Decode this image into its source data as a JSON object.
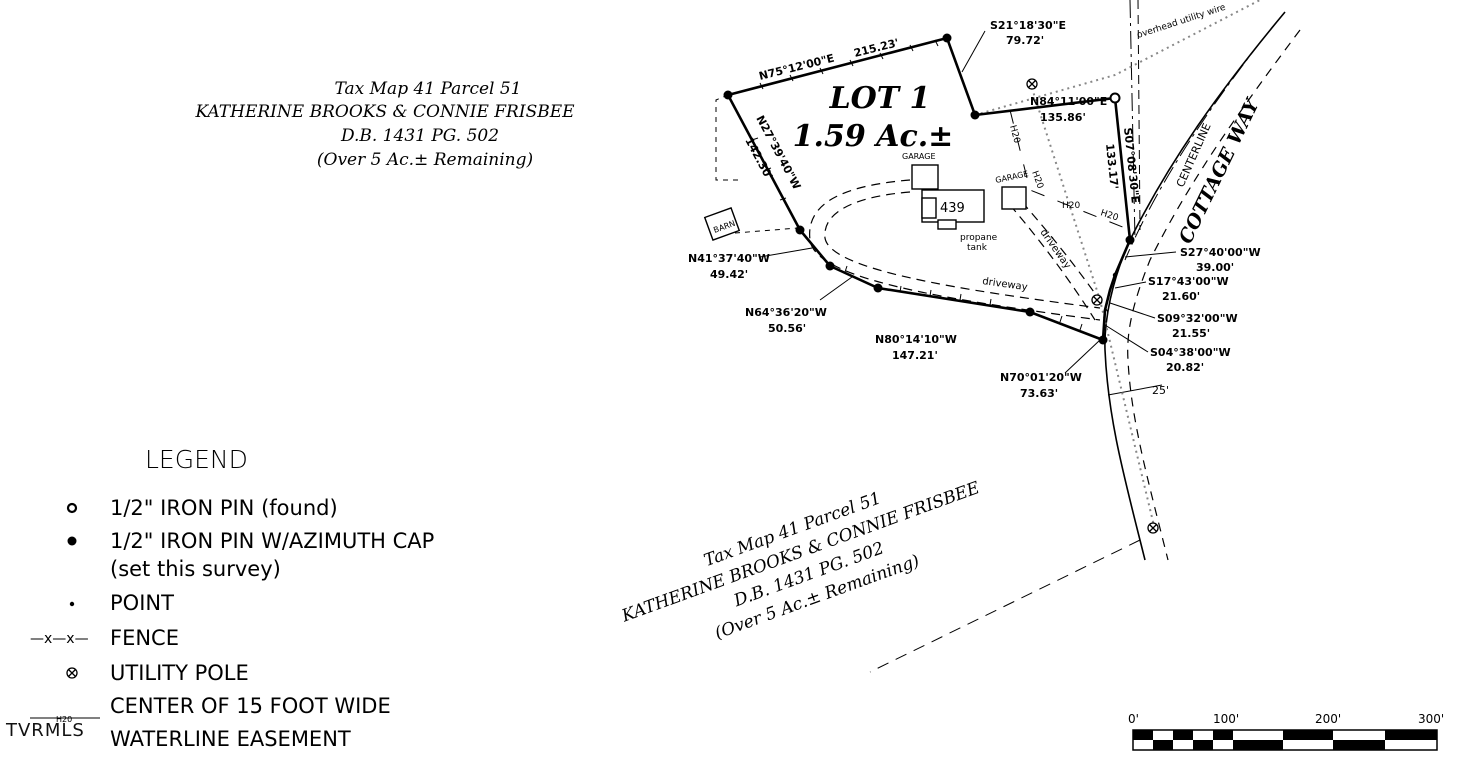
{
  "owner_north": {
    "line1": "Tax Map 41 Parcel 51",
    "line2": "KATHERINE BROOKS & CONNIE FRISBEE",
    "line3": "D.B. 1431 PG. 502",
    "line4": "(Over 5 Ac.± Remaining)"
  },
  "owner_south": {
    "line1": "Tax Map 41 Parcel 51",
    "line2": "KATHERINE BROOKS & CONNIE FRISBEE",
    "line3": "D.B. 1431 PG. 502",
    "line4": "(Over 5 Ac.± Remaining)"
  },
  "lot": {
    "name": "LOT 1",
    "area": "1.59 Ac.±"
  },
  "house_number": "439",
  "bearings": {
    "north_line": "N75°12'00\"E",
    "north_dist": "215.23'",
    "ne_line": "S21°18'30\"E",
    "ne_dist": "79.72'",
    "mid_line": "N84°11'00\"E",
    "mid_dist": "135.86'",
    "east_line": "S07°08'30\"E",
    "east_dist": "133.17'",
    "west_line": "N27°39'40\"W",
    "west_dist": "142.30'",
    "b1_line": "N41°37'40\"W",
    "b1_dist": "49.42'",
    "b2_line": "N64°36'20\"W",
    "b2_dist": "50.56'",
    "b3_line": "N80°14'10\"W",
    "b3_dist": "147.21'",
    "b4_line": "N70°01'20\"W",
    "b4_dist": "73.63'",
    "r1_line": "S27°40'00\"W",
    "r1_dist": "39.00'",
    "r2_line": "S17°43'00\"W",
    "r2_dist": "21.60'",
    "r3_line": "S09°32'00\"W",
    "r3_dist": "21.55'",
    "r4_line": "S04°38'00\"W",
    "r4_dist": "20.82'"
  },
  "features": {
    "garage1": "GARAGE",
    "garage2": "GARAGE",
    "barn": "BARN",
    "propane1": "propane",
    "propane2": "tank",
    "driveway1": "driveway",
    "driveway2": "driveway",
    "h20": "H20",
    "overhead": "overhead utility wire",
    "centerline": "CENTERLINE",
    "road": "COTTAGE WAY",
    "road_width": "25'"
  },
  "legend": {
    "title": "LEGEND",
    "items": [
      {
        "icon": "iron-pin-found-icon",
        "text": "1/2\" IRON PIN (found)"
      },
      {
        "icon": "iron-pin-set-icon",
        "text": "1/2\" IRON PIN W/AZIMUTH CAP"
      },
      {
        "icon": "",
        "text": "(set this survey)"
      },
      {
        "icon": "point-icon",
        "text": "POINT"
      },
      {
        "icon": "fence-icon",
        "text": "FENCE"
      },
      {
        "icon": "utility-pole-icon",
        "text": "UTILITY POLE"
      },
      {
        "icon": "waterline-icon",
        "text": "CENTER OF 15 FOOT WIDE"
      },
      {
        "icon": "",
        "text": "WATERLINE EASEMENT"
      }
    ],
    "fence_symbol": "—x—x—",
    "water_symbol": "H20"
  },
  "scale": {
    "l0": "0'",
    "l1": "100'",
    "l2": "200'",
    "l3": "300'"
  },
  "watermark": "TVRMLS"
}
